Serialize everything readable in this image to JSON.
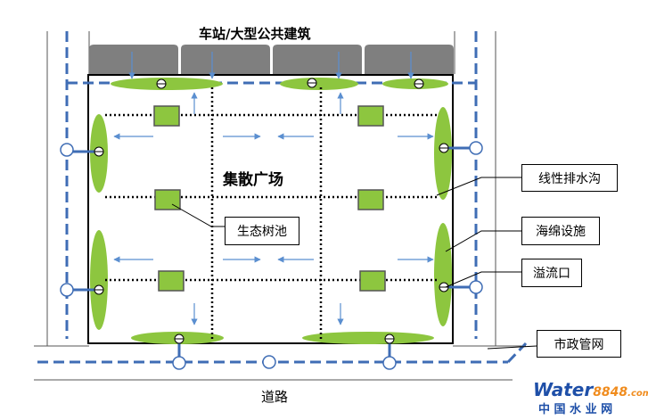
{
  "title": "车站/大型公共建筑",
  "plaza_label": "集散广场",
  "road_label": "道路",
  "callouts": {
    "ecological_tree_pool": "生态树池",
    "linear_drainage_ditch": "线性排水沟",
    "sponge_facility": "海绵设施",
    "overflow_outlet": "溢流口",
    "municipal_network": "市政管网"
  },
  "watermark": {
    "brand_a": "Water",
    "brand_b": "8848",
    "domain": ".com",
    "site_cn": "中 国 水 业 网"
  },
  "colors": {
    "pipe_blue": "#3f6db5",
    "arrow_blue": "#5b8fd0",
    "green": "#8dc63f",
    "green_dark": "#5a8a2a",
    "building_gray": "#7f7f7f",
    "watermark_blue": "#1e4fa8",
    "watermark_orange": "#f08c1e"
  }
}
